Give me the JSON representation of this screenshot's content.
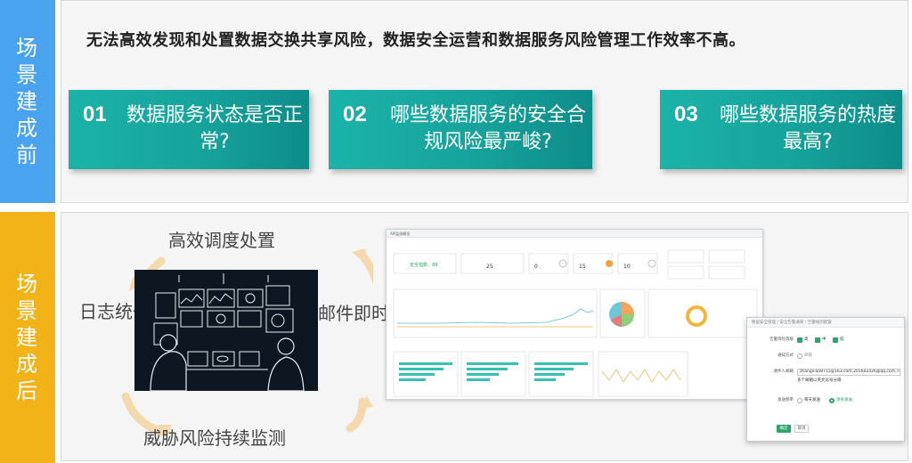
{
  "before": {
    "tag": [
      "场",
      "景",
      "建",
      "成",
      "前"
    ],
    "headline": "无法高效发现和处置数据交换共享风险，数据安全运营和数据服务风险管理工作效率不高。",
    "cards": [
      {
        "num": "01",
        "text": "数据服务状态是否正常?"
      },
      {
        "num": "02",
        "text": "哪些数据服务的安全合规风险最严峻?"
      },
      {
        "num": "03",
        "text": "哪些数据服务的热度最高?"
      }
    ]
  },
  "after": {
    "tag": [
      "场",
      "景",
      "建",
      "成",
      "后"
    ],
    "cycle": {
      "top": "高效调度处置",
      "right": "邮件即时告警",
      "bottom": "威胁风险持续监测",
      "left": "日志统一采集"
    },
    "dashboard": {
      "title": "API监测概览",
      "safety_label": "安全指数：88",
      "stats": [
        "25",
        "0",
        "15",
        "10"
      ]
    },
    "alert_form": {
      "breadcrumb": "数据安全管理 / 安全告警通知 / 告警规则配置",
      "risk_label": "告警风险等级",
      "levels": [
        "高",
        "中",
        "低"
      ],
      "notify_label": "通知方式",
      "notify_value": "邮箱",
      "recipient_label": "收件人邮箱",
      "recipient_value": "zhangxiao8715@163.com,201602426@qq.com,TI",
      "hint": "多个邮箱以英文逗号分隔",
      "freq_label": "发送频率",
      "freq_options": [
        "每天发送",
        "逐条发送"
      ],
      "confirm": "确定",
      "cancel": "取消"
    }
  },
  "colors": {
    "before_tag": "#4aa3ee",
    "after_tag": "#f2b319",
    "card_teal": "#16a39c",
    "accent_green": "#2ba36b"
  }
}
